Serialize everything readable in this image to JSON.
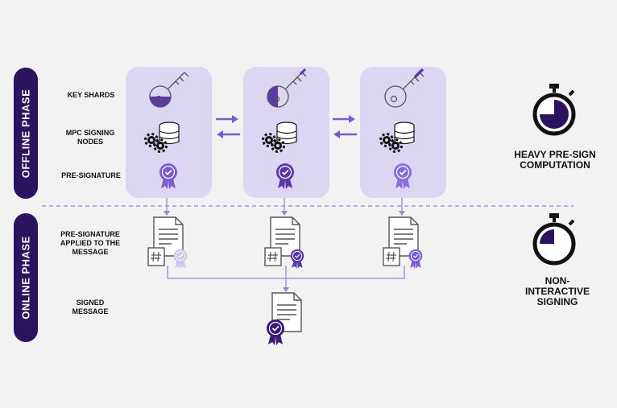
{
  "phases": {
    "offline": "OFFLINE PHASE",
    "online": "ONLINE PHASE"
  },
  "row_labels": {
    "key_shards": "KEY SHARDS",
    "mpc_nodes": "MPC SIGNING NODES",
    "pre_signature": "PRE-SIGNATURE",
    "applied": "PRE-SIGNATURE APPLIED TO THE MESSAGE",
    "signed": "SIGNED MESSAGE"
  },
  "right_labels": {
    "heavy": "HEAVY PRE-SIGN COMPUTATION",
    "non_interactive": "NON-INTERACTIVE SIGNING"
  },
  "colors": {
    "tab": "#2d1260",
    "panel": "#ddd6f3",
    "accent": "#7a5bd0",
    "dark_purple": "#3b1a7a",
    "line": "#9b86d8",
    "clock_fill": "#2d1260"
  },
  "icons": [
    "key-icon",
    "database-gears-icon",
    "badge-icon",
    "document-hash-icon",
    "stopwatch-icon",
    "arrows-exchange-icon"
  ],
  "stopwatch_fill_fraction": [
    0.75,
    0.25
  ]
}
